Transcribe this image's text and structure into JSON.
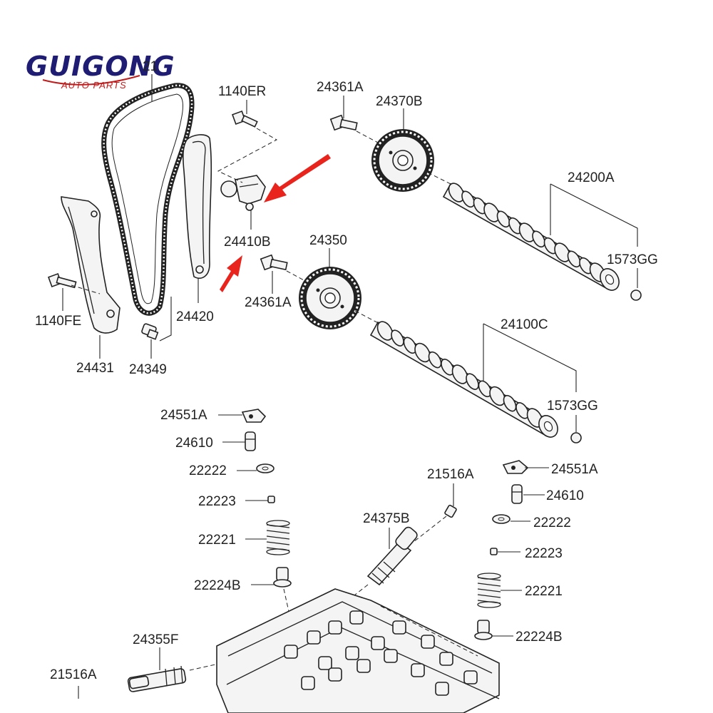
{
  "logo": {
    "brand": "GUIGONG",
    "tagline": "AUTO PARTS",
    "brand_color": "#1f1d73",
    "tagline_color": "#c21b1b"
  },
  "arrow_color": "#e8241d",
  "labels": {
    "l_24321": "21",
    "l_1140ER": "1140ER",
    "l_24361A_top": "24361A",
    "l_24370B": "24370B",
    "l_24200A": "24200A",
    "l_1573GG_top": "1573GG",
    "l_24410B": "24410B",
    "l_24350": "24350",
    "l_24361A_mid": "24361A",
    "l_24420": "24420",
    "l_1140FE": "1140FE",
    "l_24431": "24431",
    "l_24349": "24349",
    "l_24100C": "24100C",
    "l_1573GG_mid": "1573GG",
    "l_24551A_left": "24551A",
    "l_24610_left": "24610",
    "l_22222_left": "22222",
    "l_22223_left": "22223",
    "l_22221_left": "22221",
    "l_22224B_left": "22224B",
    "l_21516A_mid": "21516A",
    "l_24375B": "24375B",
    "l_24551A_right": "24551A",
    "l_24610_right": "24610",
    "l_22222_right": "22222",
    "l_22223_right": "22223",
    "l_22221_right": "22221",
    "l_22224B_right": "22224B",
    "l_24355F": "24355F",
    "l_21516A_bottom": "21516A"
  }
}
